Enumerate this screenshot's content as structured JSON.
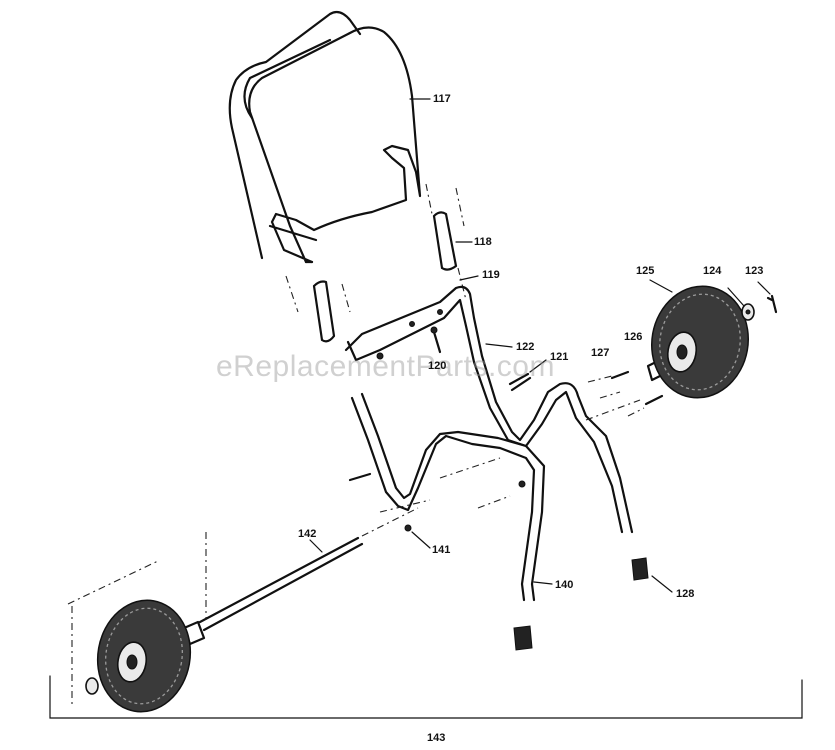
{
  "diagram": {
    "watermark": "eReplacementParts.com",
    "callouts": [
      {
        "id": "117",
        "text": "117"
      },
      {
        "id": "118",
        "text": "118"
      },
      {
        "id": "119",
        "text": "119"
      },
      {
        "id": "120",
        "text": "120"
      },
      {
        "id": "121",
        "text": "121"
      },
      {
        "id": "122",
        "text": "122"
      },
      {
        "id": "123",
        "text": "123"
      },
      {
        "id": "124",
        "text": "124"
      },
      {
        "id": "125",
        "text": "125"
      },
      {
        "id": "126",
        "text": "126"
      },
      {
        "id": "127",
        "text": "127"
      },
      {
        "id": "128",
        "text": "128"
      },
      {
        "id": "140",
        "text": "140"
      },
      {
        "id": "141",
        "text": "141"
      },
      {
        "id": "142",
        "text": "142"
      },
      {
        "id": "143",
        "text": "143"
      }
    ]
  }
}
